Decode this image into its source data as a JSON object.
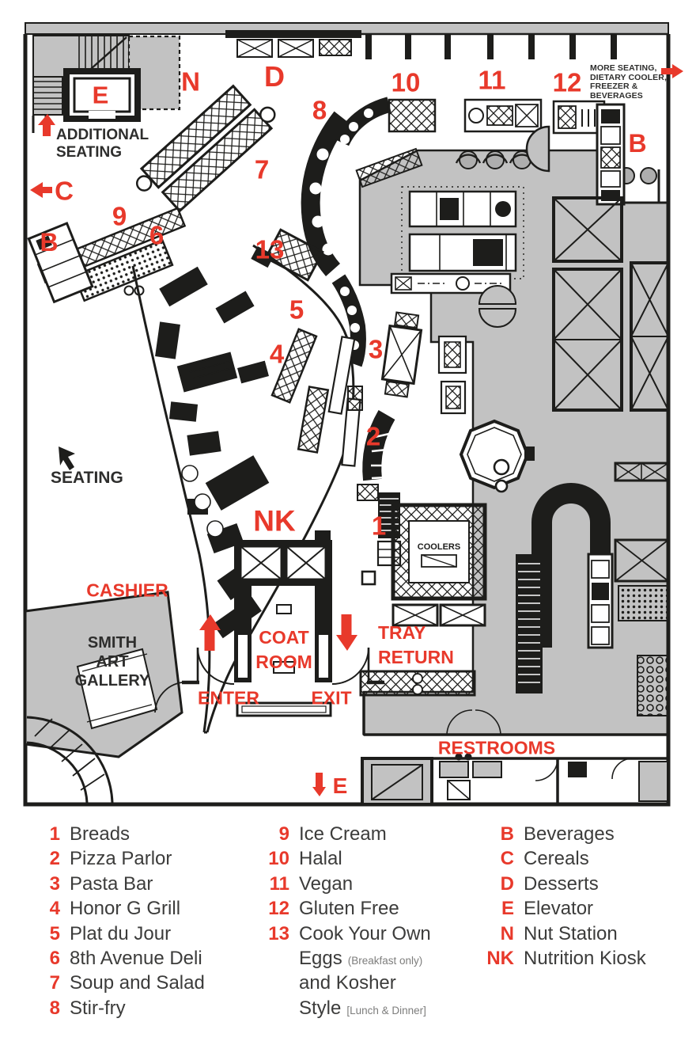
{
  "colors": {
    "red": "#e8392b",
    "gray": "#c2c2c2",
    "ink": "#1d1d1b",
    "text": "#3c3c3b"
  },
  "plan": {
    "markers": {
      "e_top": "E",
      "n": "N",
      "d": "D",
      "s8": "8",
      "s10": "10",
      "s11": "11",
      "s12": "12",
      "b_right": "B",
      "s7": "7",
      "c": "C",
      "s9": "9",
      "b_left": "B",
      "s6": "6",
      "s13": "13",
      "s5": "5",
      "s4": "4",
      "s3": "3",
      "s2": "2",
      "s1": "1",
      "nk": "NK",
      "e_bottom": "E"
    },
    "labels": {
      "additional_seating_1": "ADDITIONAL",
      "additional_seating_2": "SEATING",
      "seating": "SEATING",
      "gallery_1": "SMITH",
      "gallery_2": "ART",
      "gallery_3": "GALLERY",
      "cashier": "CASHIER",
      "coat_1": "COAT",
      "coat_2": "ROOM",
      "tray_1": "TRAY",
      "tray_2": "RETURN",
      "enter": "ENTER",
      "exit": "EXIT",
      "restrooms": "RESTROOMS",
      "coolers": "COOLERS",
      "note_1": "MORE SEATING,",
      "note_2": "DIETARY COOLER,",
      "note_3": "FREEZER & BEVERAGES"
    }
  },
  "legend": {
    "col1": [
      {
        "key": "1",
        "label": "Breads"
      },
      {
        "key": "2",
        "label": "Pizza Parlor"
      },
      {
        "key": "3",
        "label": "Pasta Bar"
      },
      {
        "key": "4",
        "label": "Honor G Grill"
      },
      {
        "key": "5",
        "label": "Plat du Jour"
      },
      {
        "key": "6",
        "label": "8th Avenue Deli"
      },
      {
        "key": "7",
        "label": "Soup and Salad"
      },
      {
        "key": "8",
        "label": "Stir-fry"
      }
    ],
    "col2": [
      {
        "key": "9",
        "label": "Ice Cream"
      },
      {
        "key": "10",
        "label": "Halal"
      },
      {
        "key": "11",
        "label": "Vegan"
      },
      {
        "key": "12",
        "label": "Gluten Free"
      },
      {
        "key": "13",
        "label": "Cook Your Own"
      }
    ],
    "col2_wrap": {
      "line1": "Eggs",
      "line1_small": "(Breakfast only)",
      "line2": "and Kosher",
      "line3": "Style",
      "line3_small": "[Lunch & Dinner]"
    },
    "col3": [
      {
        "key": "B",
        "label": "Beverages"
      },
      {
        "key": "C",
        "label": "Cereals"
      },
      {
        "key": "D",
        "label": "Desserts"
      },
      {
        "key": "E",
        "label": "Elevator"
      },
      {
        "key": "N",
        "label": "Nut Station"
      },
      {
        "key": "NK",
        "label": "Nutrition Kiosk"
      }
    ]
  }
}
